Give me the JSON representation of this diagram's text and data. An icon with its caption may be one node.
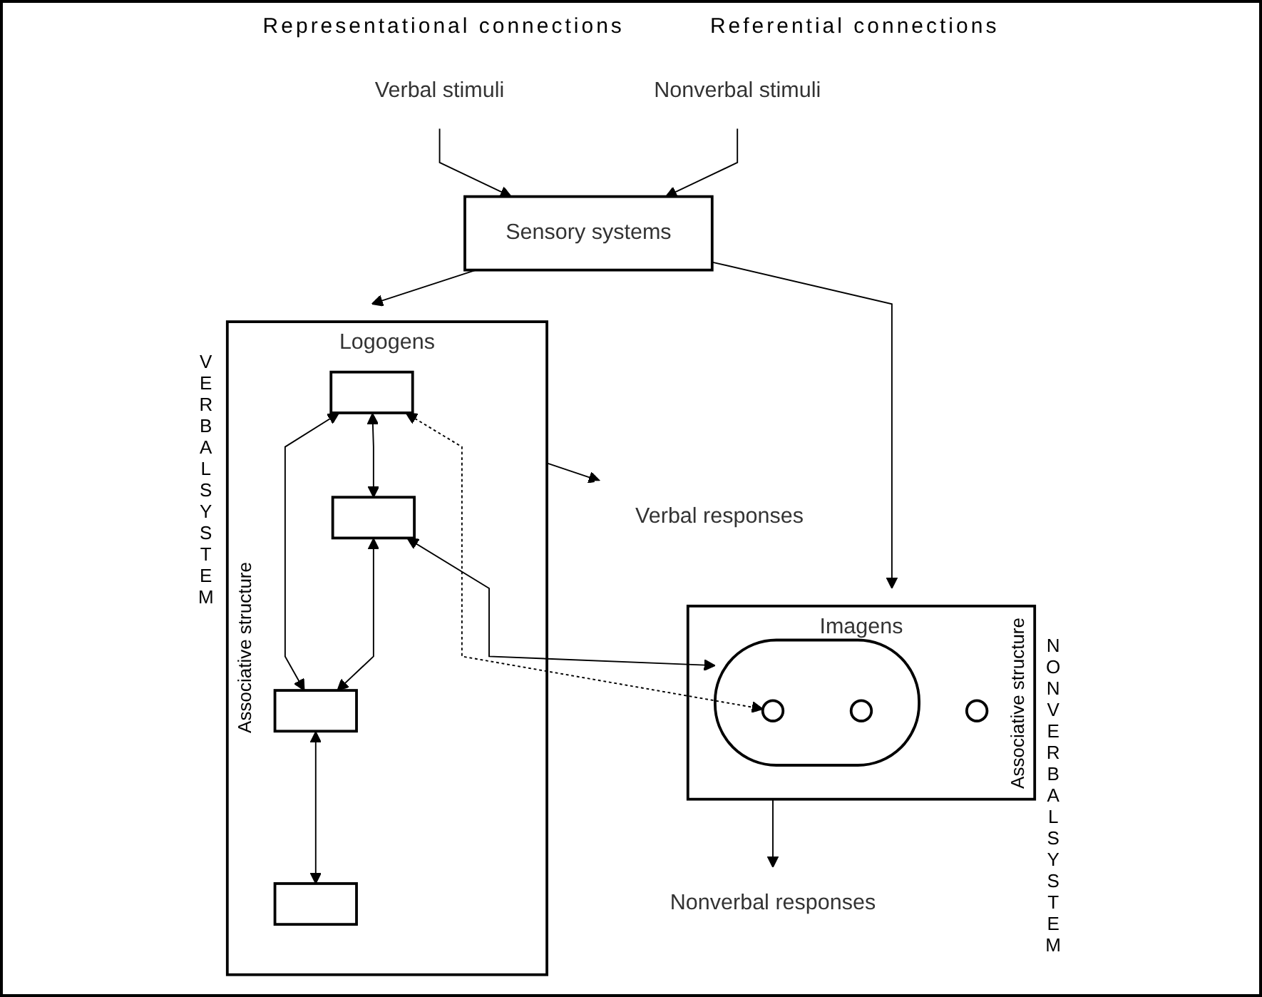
{
  "diagram": {
    "nodes": [
      {
        "text": [
          "Verbal stimuli"
        ]
      },
      {
        "text": [
          "Nonverbal stimuli"
        ]
      },
      {
        "text": [
          "Sensory systems"
        ]
      },
      {
        "text": [
          "Logogens",
          "Associative structure"
        ],
        "beside": [
          "VERBAL SYSTEM"
        ]
      },
      {
        "text": [],
        "shape": "box",
        "in": 3
      },
      {
        "text": [],
        "shape": "box",
        "in": 3
      },
      {
        "text": [],
        "shape": "box",
        "in": 3
      },
      {
        "text": [],
        "shape": "box",
        "in": 3
      },
      {
        "text": [
          "Imagens",
          "Associative structure"
        ],
        "beside": [
          "NONVERBAL SYSTEM"
        ]
      },
      {
        "text": [],
        "shape": "oval",
        "in": 8
      },
      {
        "text": [],
        "shape": "circle",
        "in": 9
      },
      {
        "text": [],
        "shape": "circle",
        "in": 9
      },
      {
        "text": [],
        "shape": "circle",
        "in": 8
      },
      {
        "text": [
          "Verbal responses"
        ]
      },
      {
        "text": [
          "Nonverbal responses"
        ]
      }
    ],
    "edges": [
      {
        "from": 0,
        "to": 2,
        "arrow": "to"
      },
      {
        "from": 1,
        "to": 2,
        "arrow": "to"
      },
      {
        "from": 2,
        "to": 3,
        "arrow": "to"
      },
      {
        "from": 2,
        "to": 8,
        "arrow": "to"
      },
      {
        "from": 4,
        "to": 10,
        "arrow": "both",
        "style": "dashed"
      },
      {
        "from": 5,
        "to": 9,
        "arrow": "both"
      },
      {
        "from": 4,
        "to": 6,
        "arrow": "both"
      },
      {
        "from": 4,
        "to": 5,
        "arrow": "both"
      },
      {
        "from": 5,
        "to": 6,
        "arrow": "both"
      },
      {
        "from": 6,
        "to": 7,
        "arrow": "both"
      },
      {
        "from": 3,
        "to": 13,
        "arrow": "to"
      },
      {
        "from": 8,
        "to": 14,
        "arrow": "to"
      }
    ],
    "labels": [
      "Representational connections",
      "Referential connections"
    ]
  }
}
